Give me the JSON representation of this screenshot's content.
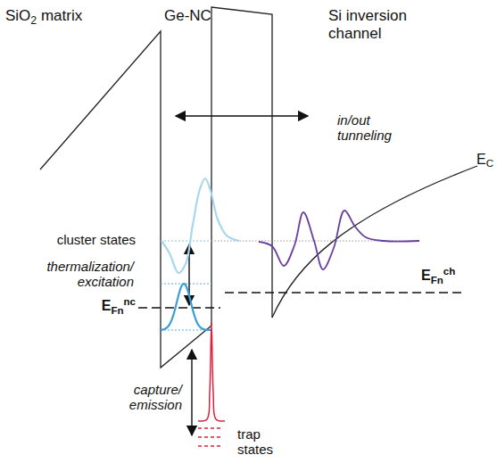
{
  "diagram": {
    "labels": [
      "SiO2 matrix",
      "Ge-NC",
      "Si inversion channel",
      "in/out tunneling",
      "EC",
      "cluster states",
      "thermalization/ excitation",
      "EFnnc",
      "EFnch",
      "capture/ emission",
      "trap states"
    ]
  }
}
